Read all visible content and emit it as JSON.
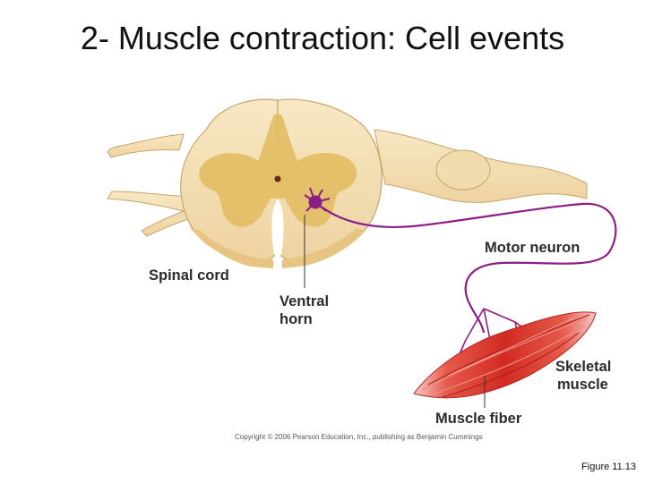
{
  "slide": {
    "title": "2- Muscle contraction: Cell events",
    "figure_ref": "Figure 11.13"
  },
  "diagram": {
    "labels": {
      "spinal_cord": "Spinal cord",
      "ventral_horn_line1": "Ventral",
      "ventral_horn_line2": "horn",
      "motor_neuron": "Motor neuron",
      "skeletal_muscle_line1": "Skeletal",
      "skeletal_muscle_line2": "muscle",
      "muscle_fiber": "Muscle fiber"
    },
    "copyright": "Copyright © 2006 Pearson Education, Inc., publishing as Benjamin Cummings"
  },
  "colors": {
    "white_matter": "#f3dfb0",
    "gray_matter": "#e2bd63",
    "neuron": "#8b1e86",
    "muscle": "#d83a2e",
    "leader_line": "#333333"
  }
}
